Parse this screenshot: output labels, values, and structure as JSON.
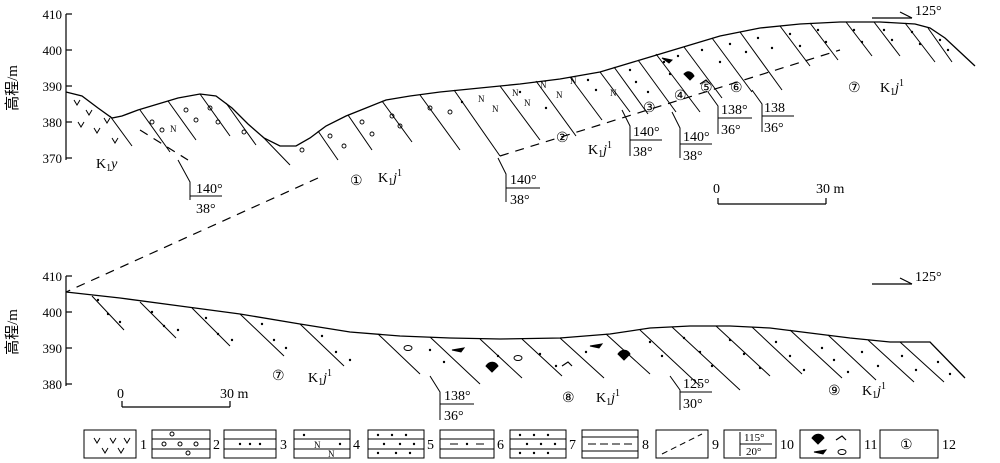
{
  "upper_section": {
    "y_axis_label": "高程/m",
    "y_ticks": [
      "410",
      "400",
      "390",
      "380",
      "370"
    ],
    "direction": "125°",
    "scale_bar": {
      "left": "0",
      "right": "30 m"
    },
    "formations": [
      {
        "prefix": "K",
        "sub": "1",
        "main": "y",
        "sup": ""
      },
      {
        "prefix": "K",
        "sub": "1",
        "main": "j",
        "sup": "1"
      },
      {
        "prefix": "K",
        "sub": "1",
        "main": "j",
        "sup": "1"
      },
      {
        "prefix": "K",
        "sub": "1",
        "main": "j",
        "sup": "1"
      }
    ],
    "layer_numbers": [
      "①",
      "②",
      "③",
      "④",
      "⑤",
      "⑥",
      "⑦"
    ],
    "attitudes": [
      {
        "strike": "140°",
        "dip": "38°"
      },
      {
        "strike": "140°",
        "dip": "38°"
      },
      {
        "strike": "140°",
        "dip": "38°"
      },
      {
        "strike": "140°",
        "dip": "38°"
      },
      {
        "strike": "138°",
        "dip": "36°"
      },
      {
        "strike": "138",
        "dip": "36°"
      }
    ]
  },
  "lower_section": {
    "y_axis_label": "高程/m",
    "y_ticks": [
      "410",
      "400",
      "390",
      "380"
    ],
    "direction": "125°",
    "scale_bar": {
      "left": "0",
      "right": "30 m"
    },
    "formations": [
      {
        "prefix": "K",
        "sub": "1",
        "main": "j",
        "sup": "1"
      },
      {
        "prefix": "K",
        "sub": "1",
        "main": "j",
        "sup": "1"
      },
      {
        "prefix": "K",
        "sub": "1",
        "main": "j",
        "sup": "1"
      }
    ],
    "layer_numbers": [
      "⑦",
      "⑧",
      "⑨"
    ],
    "attitudes": [
      {
        "strike": "138°",
        "dip": "36°"
      },
      {
        "strike": "125°",
        "dip": "30°"
      }
    ]
  },
  "legend": {
    "items": [
      "1",
      "2",
      "3",
      "4",
      "5",
      "6",
      "7",
      "8",
      "9",
      "10",
      "11",
      "12"
    ],
    "attitude_sample": {
      "strike": "115°",
      "dip": "20°"
    },
    "layer_sample": "①"
  }
}
